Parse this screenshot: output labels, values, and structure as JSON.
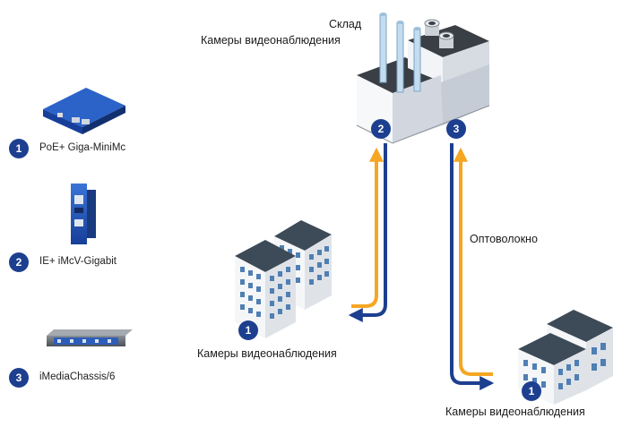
{
  "legend": {
    "items": [
      {
        "number": "1",
        "label": "PoE+ Giga-MiniMc"
      },
      {
        "number": "2",
        "label": "IE+ iMcV-Gigabit"
      },
      {
        "number": "3",
        "label": "iMediaChassis/6"
      }
    ]
  },
  "warehouse": {
    "title": "Склад",
    "subtitle": "Камеры видеонаблюдения",
    "badge_left": "2",
    "badge_right": "3"
  },
  "left_building": {
    "caption": "Камеры видеонаблюдения",
    "badge": "1"
  },
  "right_building": {
    "caption": "Камеры видеонаблюдения",
    "badge": "1"
  },
  "link_label": "Оптоволокно",
  "colors": {
    "orange": "#f5a623",
    "navy": "#1d3f8f",
    "building_blue": "#4f7fb3"
  }
}
